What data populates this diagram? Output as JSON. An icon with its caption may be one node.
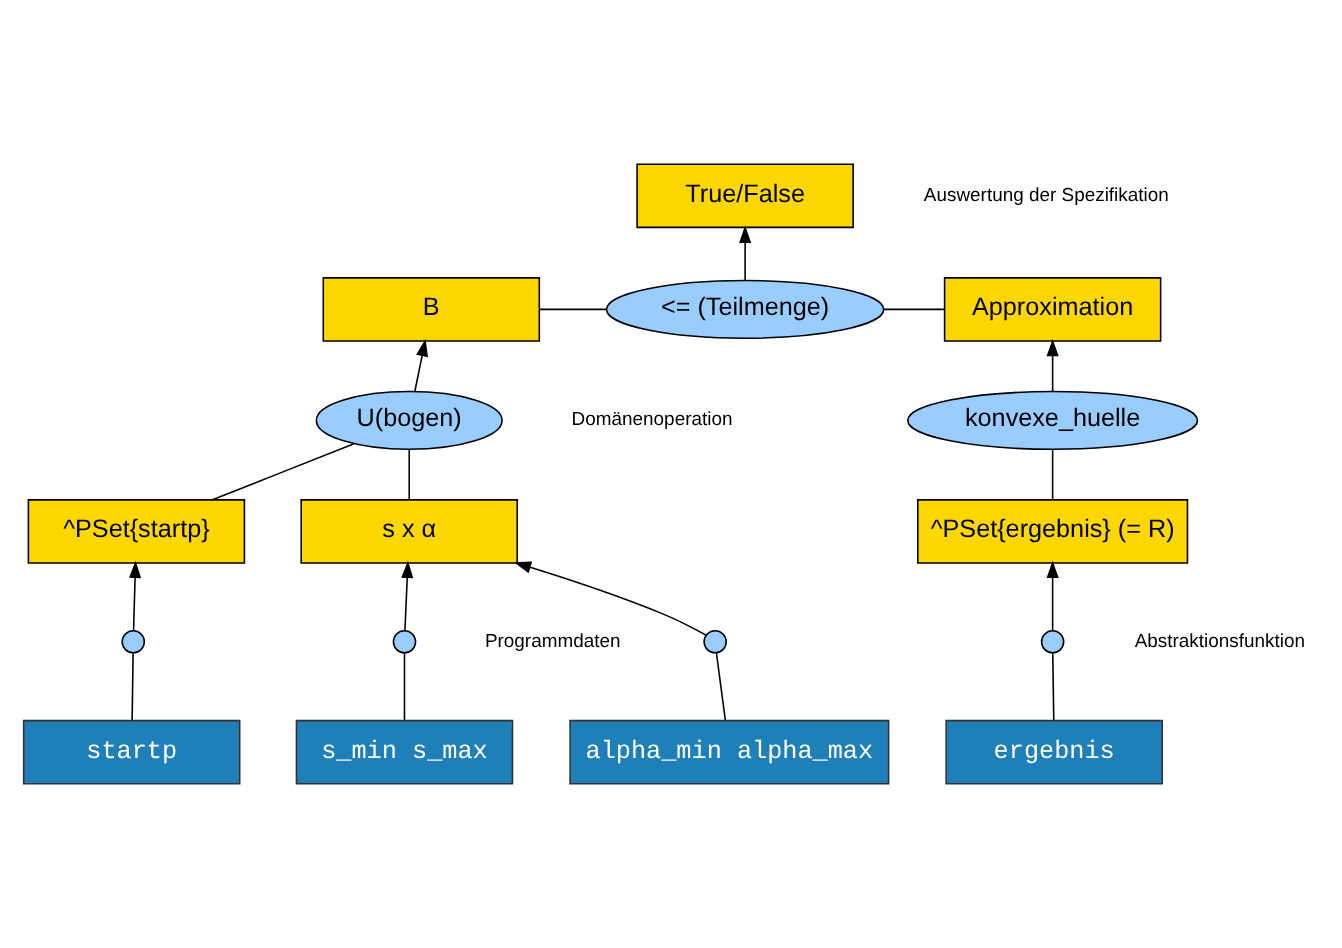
{
  "diagram": {
    "nodes": [
      {
        "text": [
          "True/False"
        ],
        "beside": [
          "Auswertung der Spezifikation"
        ]
      },
      {
        "text": [
          "B"
        ]
      },
      {
        "text": [
          "<= (Teilmenge)"
        ]
      },
      {
        "text": [
          "Approximation"
        ]
      },
      {
        "text": [
          "U(bogen)"
        ],
        "beside": [
          "Domänenoperation"
        ]
      },
      {
        "text": [
          "konvexe_huelle"
        ]
      },
      {
        "text": [
          "^PSet{startp}"
        ]
      },
      {
        "text": [
          "s x α"
        ]
      },
      {
        "text": [
          "^PSet{ergebnis} (= R)"
        ]
      },
      {
        "text": [],
        "shape": "circle"
      },
      {
        "text": [],
        "shape": "circle"
      },
      {
        "text": [],
        "shape": "circle"
      },
      {
        "text": [],
        "shape": "circle"
      },
      {
        "text": [
          "startp"
        ]
      },
      {
        "text": [
          "s_min s_max"
        ]
      },
      {
        "text": [
          "alpha_min alpha_max"
        ]
      },
      {
        "text": [
          "ergebnis"
        ]
      }
    ],
    "edges": [
      {
        "from": 2,
        "to": 0,
        "arrow": "to"
      },
      {
        "from": 1,
        "to": 2,
        "arrow": "none"
      },
      {
        "from": 2,
        "to": 3,
        "arrow": "none"
      },
      {
        "from": 4,
        "to": 1,
        "arrow": "to"
      },
      {
        "from": 5,
        "to": 3,
        "arrow": "to"
      },
      {
        "from": 6,
        "to": 4,
        "arrow": "none"
      },
      {
        "from": 7,
        "to": 4,
        "arrow": "none"
      },
      {
        "from": 8,
        "to": 5,
        "arrow": "none"
      },
      {
        "from": 13,
        "to": 9,
        "arrow": "none"
      },
      {
        "from": 9,
        "to": 6,
        "arrow": "to"
      },
      {
        "from": 14,
        "to": 10,
        "arrow": "none"
      },
      {
        "from": 10,
        "to": 7,
        "arrow": "to"
      },
      {
        "from": 15,
        "to": 11,
        "arrow": "none"
      },
      {
        "from": 11,
        "to": 7,
        "arrow": "to"
      },
      {
        "from": 16,
        "to": 12,
        "arrow": "none"
      },
      {
        "from": 12,
        "to": 8,
        "arrow": "to"
      }
    ],
    "labels": [
      "Abstraktionsfunktion",
      "Programmdaten"
    ]
  }
}
